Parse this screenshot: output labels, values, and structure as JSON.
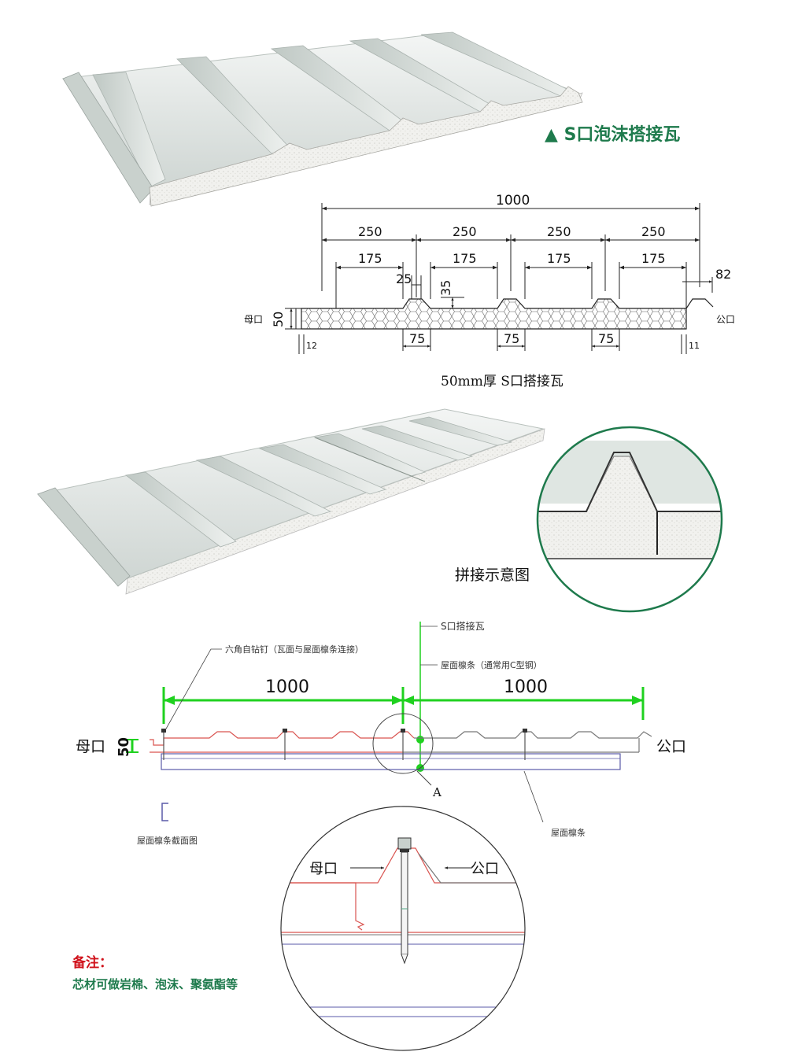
{
  "caption_top": "▲ S口泡沫搭接瓦",
  "cross_section": {
    "caption": "50mm厚 S口搭接瓦",
    "dims": {
      "total": "1000",
      "pitch": [
        "250",
        "250",
        "250",
        "250"
      ],
      "top_gap": [
        "175",
        "175",
        "175",
        "175"
      ],
      "rib_top": "25",
      "rib_height": "35",
      "right_overlap": "82",
      "thickness": "50",
      "rib_base": [
        "75",
        "75",
        "75"
      ],
      "left_edge": "12",
      "right_edge": "11"
    },
    "label_left": "母口",
    "label_right": "公口"
  },
  "joint_caption": "拼接示意图",
  "install": {
    "callout_screw": "六角自钻钉（瓦面与屋面檩条连接）",
    "callout_panel": "S口搭接瓦",
    "callout_purlin_top": "屋面檩条（通常用C型钢）",
    "span_left": "1000",
    "span_right": "1000",
    "thickness": "50",
    "label_left": "母口",
    "label_right": "公口",
    "detail_marker": "A",
    "c_section_caption": "屋面檩条截面图",
    "purlin_label": "屋面檩条"
  },
  "detail": {
    "label_left": "母口",
    "label_right": "公口"
  },
  "notes": {
    "title": "备注：",
    "text": "芯材可做岩棉、泡沫、聚氨酯等"
  },
  "colors": {
    "accent_green": "#1e7a4c",
    "dim_green": "#1fd11f",
    "panel_red": "#d9534f",
    "purlin_blue": "#5a5aa8",
    "note_red": "#d0121b"
  }
}
